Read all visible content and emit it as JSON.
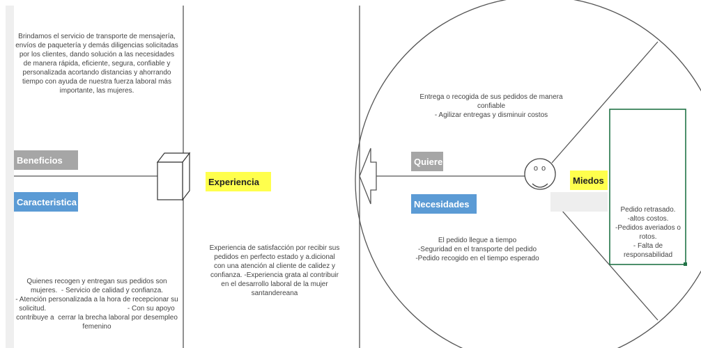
{
  "value_map": {
    "offer_text": "Brindamos el servicio de transporte de mensajería, envíos de paquetería y demás diligencias solicitadas por los clientes, dando solución a las necesidades de manera rápida, eficiente, segura, confiable y personalizada acortando distancias y ahorrando tiempo con ayuda de nuestra fuerza laboral más importante, las mujeres.",
    "beneficios_label": "Beneficios",
    "caracteristica_label": "Caracteristica",
    "caracteristica_text": "Quienes recogen y entregan sus pedidos son mujeres.  - Servicio de calidad y confianza.\n- Atención personalizada a la hora de recepcionar su solicitud.                                          - Con su apoyo contribuye a  cerrar la brecha laboral por desempleo femenino",
    "experiencia_label": "Experiencia",
    "experiencia_text": "Experiencia de satisfacción por recibir sus pedidos en perfecto estado y a.dicional con una atención al cliente de calidez y confianza.   -Experiencia grata al contribuir en el desarrollo laboral de la mujer santandereana"
  },
  "customer": {
    "quiere_label": "Quiere",
    "quiere_text": "Entrega o recogida de sus pedidos de manera confiable\n- Agilizar entregas y disminuir costos",
    "necesidades_label": "Necesidades",
    "necesidades_text": "El pedido llegue a tiempo\n-Seguridad en el transporte del pedido\n-Pedido recogido en el tiempo esperado",
    "miedos_label": "Miedos",
    "miedos_text": "Pedido retrasado.\n-altos costos.\n-Pedidos averiados o rotos.\n- Falta de responsabilidad",
    "face_eyes": "o  o"
  },
  "colors": {
    "grey_tag": "#a6a6a6",
    "blue_tag": "#5b9bd5",
    "yellow_tag": "#ffff4d",
    "selection_border": "#217346"
  }
}
